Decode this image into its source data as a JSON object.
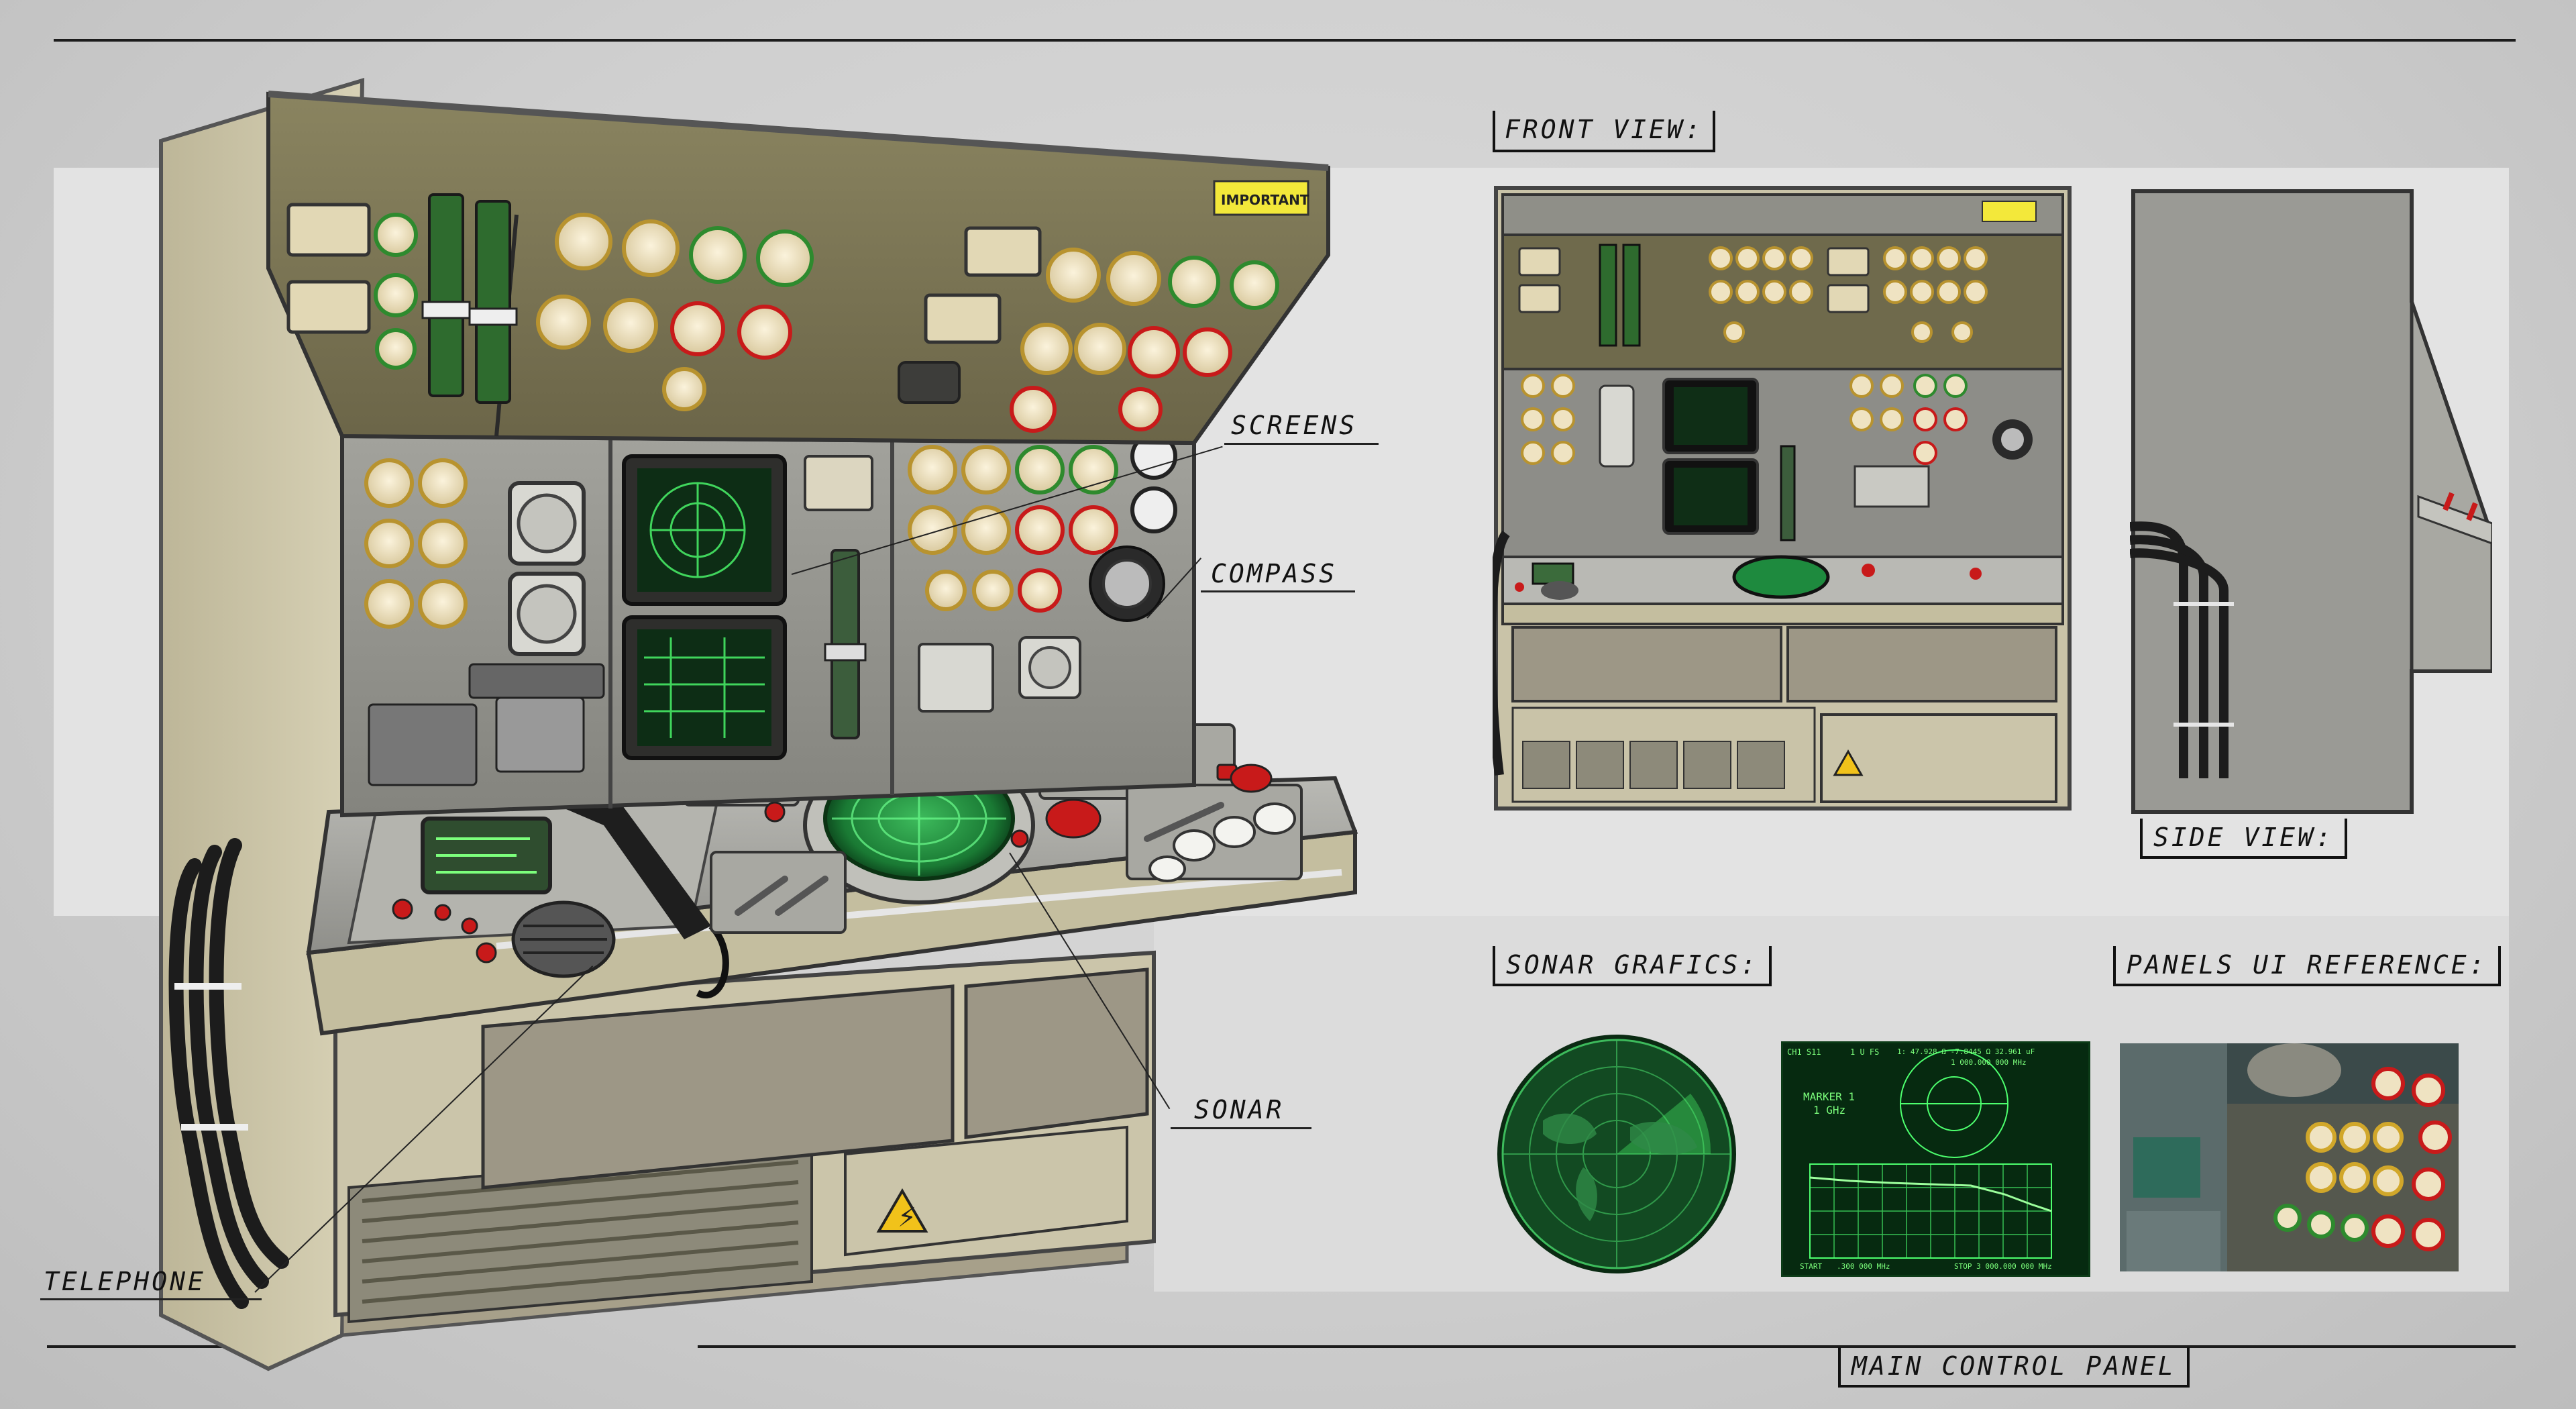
{
  "callouts": {
    "screens": "SCREENS",
    "compass": "COMPASS",
    "sonar": "SONAR",
    "telephone": "TELEPHONE"
  },
  "sections": {
    "front_view": "FRONT VIEW:",
    "side_view": "SIDE VIEW:",
    "sonar_graphics": "SONAR GRAFICS:",
    "panels_ui_reference": "PANELS UI REFERENCE:"
  },
  "title": "MAIN CONTROL PANEL",
  "warning_sticker": "IMPORTANT",
  "sonar_screen": {
    "marker_label": "MARKER 1",
    "marker_value": "1 GHz",
    "bottom_left": "START",
    "bottom_mid": ".300 000 MHz",
    "bottom_right": "STOP 3 000.000 000 MHz",
    "top_left": "CH1 S11",
    "top_mid": "1 U FS",
    "top_val": "1: 47.928 Ω   -7.8445 Ω   32.961 uF",
    "top_freq": "1 000.000 000 MHz"
  },
  "colors": {
    "background": "#cfcfcf",
    "cabinet": "#c9c3a8",
    "panel_olive": "#6f6a4c",
    "panel_grey": "#8d8d88",
    "radar_green": "#1e8a3e",
    "alarm_red": "#c81a1a",
    "gauge_cream": "#efe3c2",
    "ink": "#111111"
  }
}
